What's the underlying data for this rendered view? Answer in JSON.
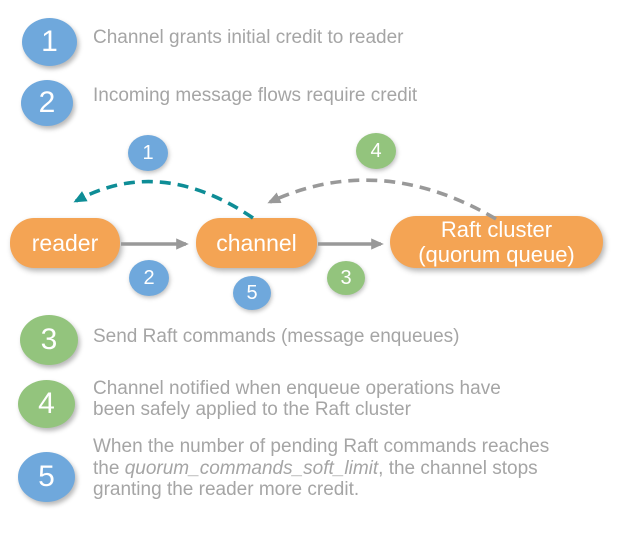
{
  "colors": {
    "step_blue": "#6FA8DC",
    "step_green": "#93C47D",
    "node_orange": "#F4A454",
    "credit_arc_teal": "#0E8D96",
    "arrow_gray": "#999999",
    "text_gray": "#A5A5A5"
  },
  "legend_top": [
    {
      "num": "1",
      "color": "blue",
      "label": "Channel grants initial credit to reader"
    },
    {
      "num": "2",
      "color": "blue",
      "label": "Incoming message flows require credit"
    }
  ],
  "diagram": {
    "flow_badges": [
      {
        "num": "1",
        "color": "blue"
      },
      {
        "num": "2",
        "color": "blue"
      },
      {
        "num": "3",
        "color": "green"
      },
      {
        "num": "4",
        "color": "green"
      },
      {
        "num": "5",
        "color": "blue"
      }
    ],
    "nodes": {
      "reader": {
        "label": "reader"
      },
      "channel": {
        "label": "channel"
      },
      "raft": {
        "line1": "Raft cluster",
        "line2": "(quorum queue)"
      }
    }
  },
  "legend_bottom": [
    {
      "num": "3",
      "color": "green",
      "label": "Send Raft commands (message enqueues)"
    },
    {
      "num": "4",
      "color": "green",
      "line1": "Channel notified when enqueue operations have",
      "line2": "been safely applied to the Raft cluster"
    },
    {
      "num": "5",
      "color": "blue",
      "line1": "When the number of pending Raft commands reaches",
      "line2_pre": "the ",
      "line2_italic": "quorum_commands_soft_limit",
      "line2_post": ", the channel stops",
      "line3": "granting the reader more credit."
    }
  ]
}
